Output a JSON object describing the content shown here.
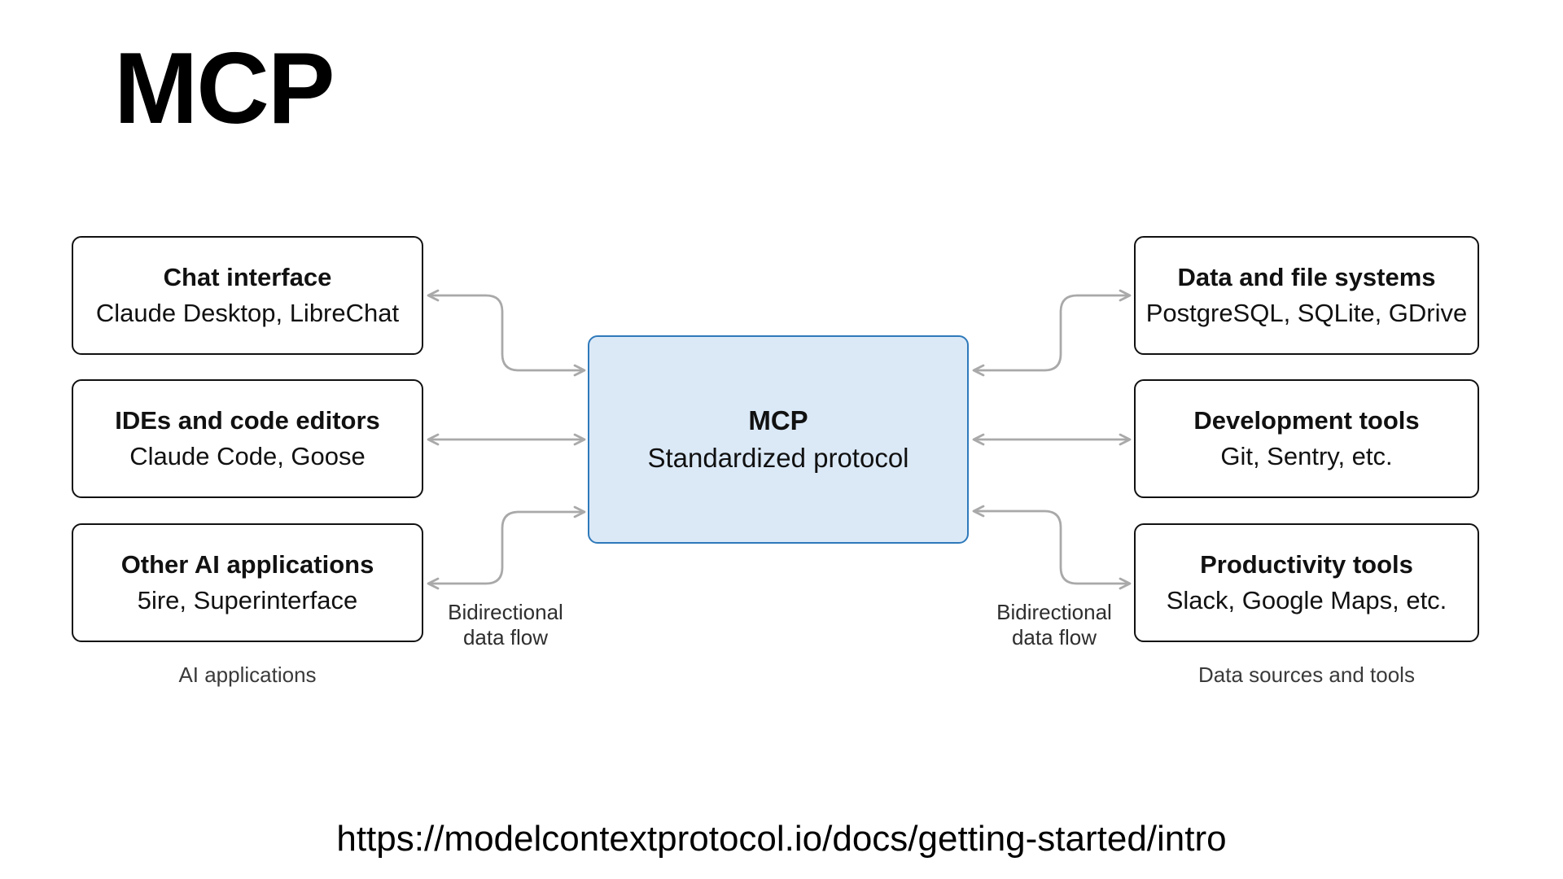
{
  "page_title": "MCP",
  "center_node": {
    "title": "MCP",
    "subtitle": "Standardized protocol"
  },
  "left_column": {
    "nodes": [
      {
        "title": "Chat interface",
        "subtitle": "Claude Desktop, LibreChat"
      },
      {
        "title": "IDEs and code editors",
        "subtitle": "Claude Code, Goose"
      },
      {
        "title": "Other AI applications",
        "subtitle": "5ire, Superinterface"
      }
    ],
    "flow_label": "Bidirectional\ndata flow",
    "caption": "AI applications"
  },
  "right_column": {
    "nodes": [
      {
        "title": "Data and file systems",
        "subtitle": "PostgreSQL, SQLite, GDrive"
      },
      {
        "title": "Development tools",
        "subtitle": "Git, Sentry, etc."
      },
      {
        "title": "Productivity tools",
        "subtitle": "Slack, Google Maps, etc."
      }
    ],
    "flow_label": "Bidirectional\ndata flow",
    "caption": "Data sources and tools"
  },
  "footer_url": "https://modelcontextprotocol.io/docs/getting-started/intro",
  "colors": {
    "center_fill": "#dbe9f7",
    "center_border": "#2e79ba",
    "node_border": "#111111",
    "arrow": "#a9a9a9",
    "caption_text": "#3a3a3a"
  }
}
